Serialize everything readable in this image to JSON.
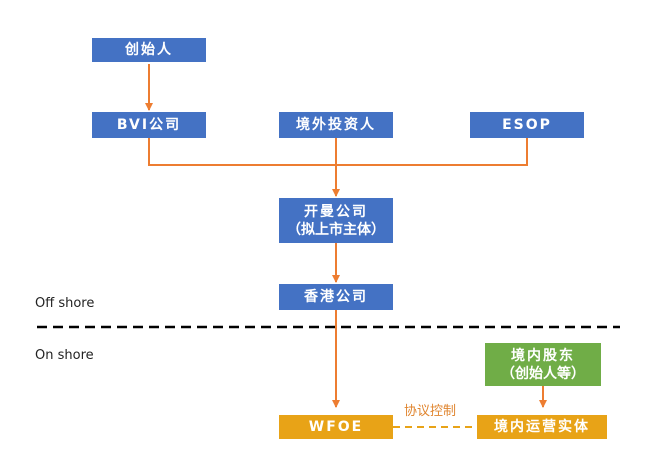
{
  "nodes": {
    "founder": "创始人",
    "bvi": "BVI公司",
    "investors": "境外投资人",
    "esop": "ESOP",
    "cayman_line1": "开曼公司",
    "cayman_line2": "（拟上市主体）",
    "hongkong": "香港公司",
    "domestic_holder_line1": "境内股东",
    "domestic_holder_line2": "（创始人等）",
    "wfoe": "WFOE",
    "operating_entity": "境内运营实体"
  },
  "labels": {
    "offshore": "Off shore",
    "onshore": "On shore",
    "agreement_control": "协议控制"
  },
  "colors": {
    "blue": "#4472c4",
    "green": "#70ad47",
    "orange": "#e8a317",
    "arrow": "#ed7d31"
  }
}
